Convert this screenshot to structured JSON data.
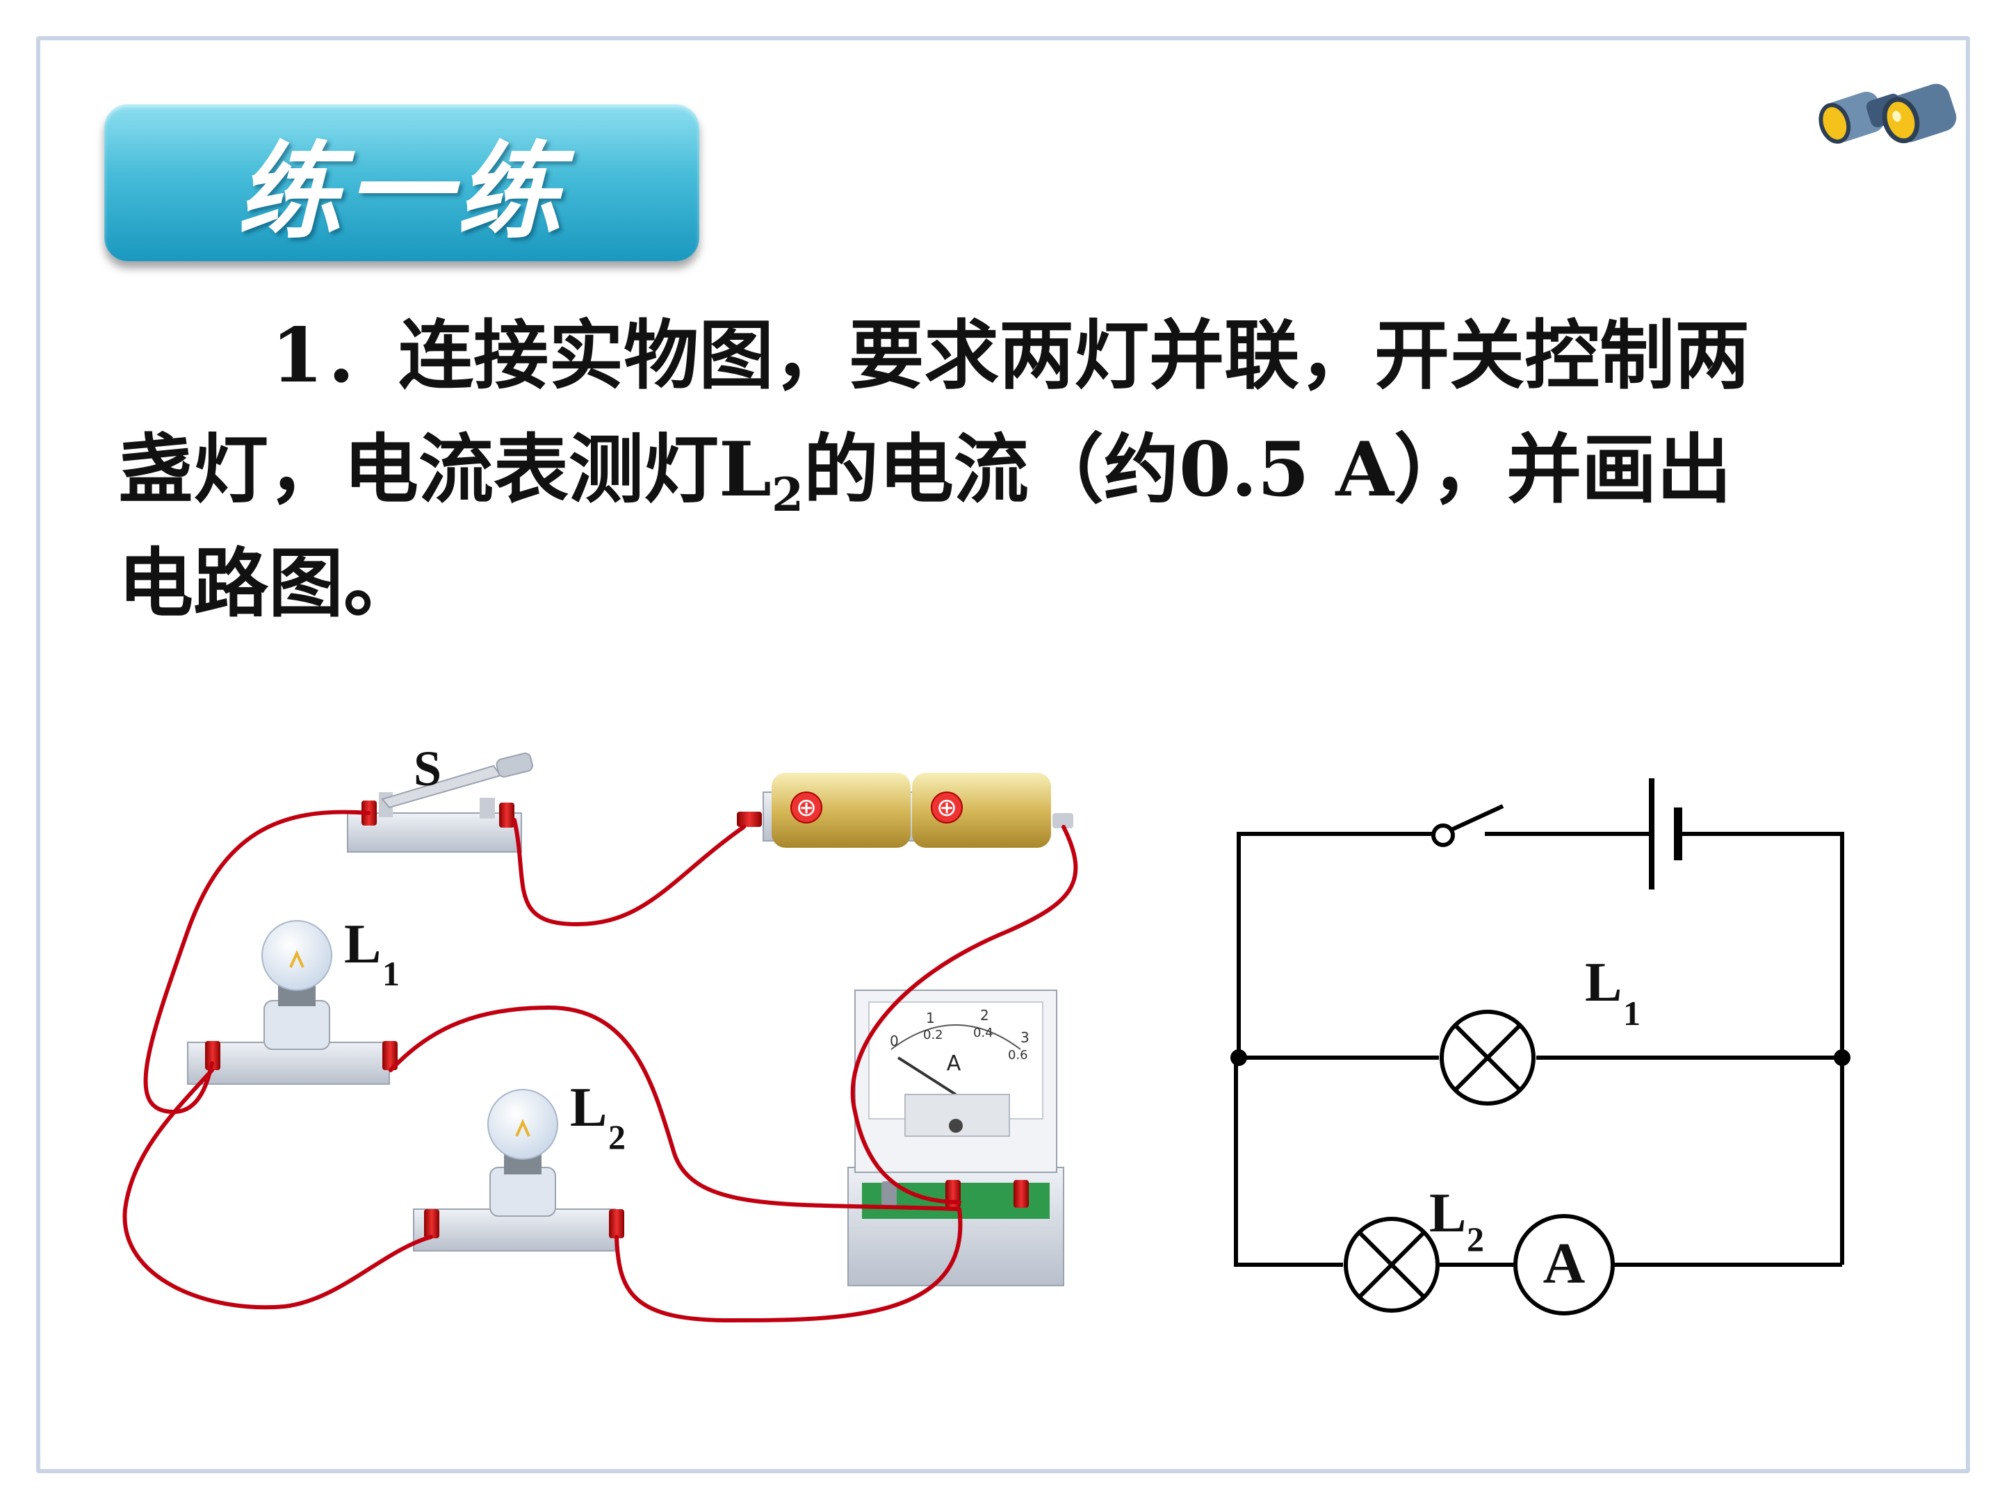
{
  "heading": {
    "title": "练一练"
  },
  "question": {
    "line1": "1．连接实物图，要求两灯并联，开关控制两",
    "line2_a": "盏灯，电流表测灯L",
    "line2_sub": "2",
    "line2_b": "的电流（约0.5 A），并画出",
    "line3": "电路图。"
  },
  "physical_diagram": {
    "switch_label": "S",
    "lamp1_label": "L",
    "lamp1_sub": "1",
    "lamp2_label": "L",
    "lamp2_sub": "2",
    "ammeter_symbol": "A",
    "ammeter_ticks_top": [
      "0",
      "1",
      "2",
      "3"
    ],
    "ammeter_ticks_bottom": [
      "0.2",
      "0.4",
      "0.6"
    ],
    "battery_marks": [
      "⊕",
      "⊕"
    ]
  },
  "schematic": {
    "lamp1_label": "L",
    "lamp1_sub": "1",
    "lamp2_label": "L",
    "lamp2_sub": "2",
    "ammeter_symbol": "A"
  },
  "colors": {
    "wire": "#c00010",
    "heading_bg": "#2aa8cc",
    "frame": "#c9d3e6"
  }
}
